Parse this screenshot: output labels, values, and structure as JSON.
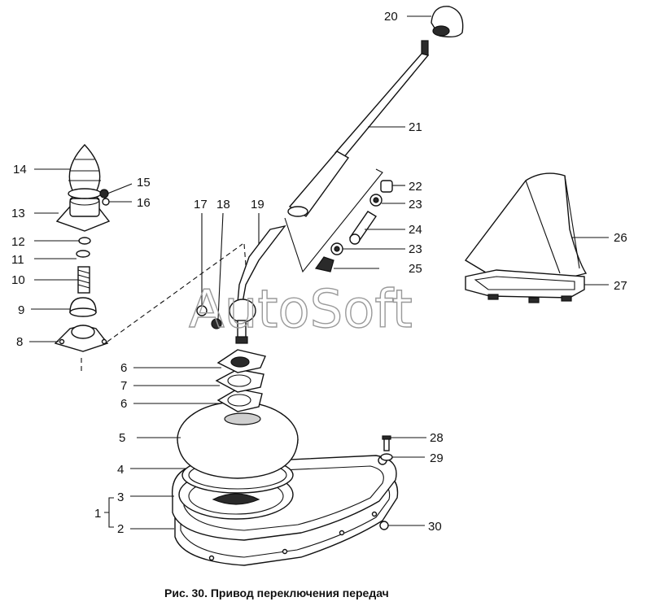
{
  "watermark": "AutoSoft",
  "caption": "Рис. 30. Привод переключения передач",
  "callouts": {
    "c1": "1",
    "c2": "2",
    "c3": "3",
    "c4": "4",
    "c5": "5",
    "c6a": "6",
    "c6b": "6",
    "c7": "7",
    "c8": "8",
    "c9": "9",
    "c10": "10",
    "c11": "11",
    "c12": "12",
    "c13": "13",
    "c14": "14",
    "c15": "15",
    "c16": "16",
    "c17": "17",
    "c18": "18",
    "c19": "19",
    "c20": "20",
    "c21": "21",
    "c22": "22",
    "c23a": "23",
    "c23b": "23",
    "c24": "24",
    "c25": "25",
    "c26": "26",
    "c27": "27",
    "c28": "28",
    "c29": "29",
    "c30": "30"
  }
}
